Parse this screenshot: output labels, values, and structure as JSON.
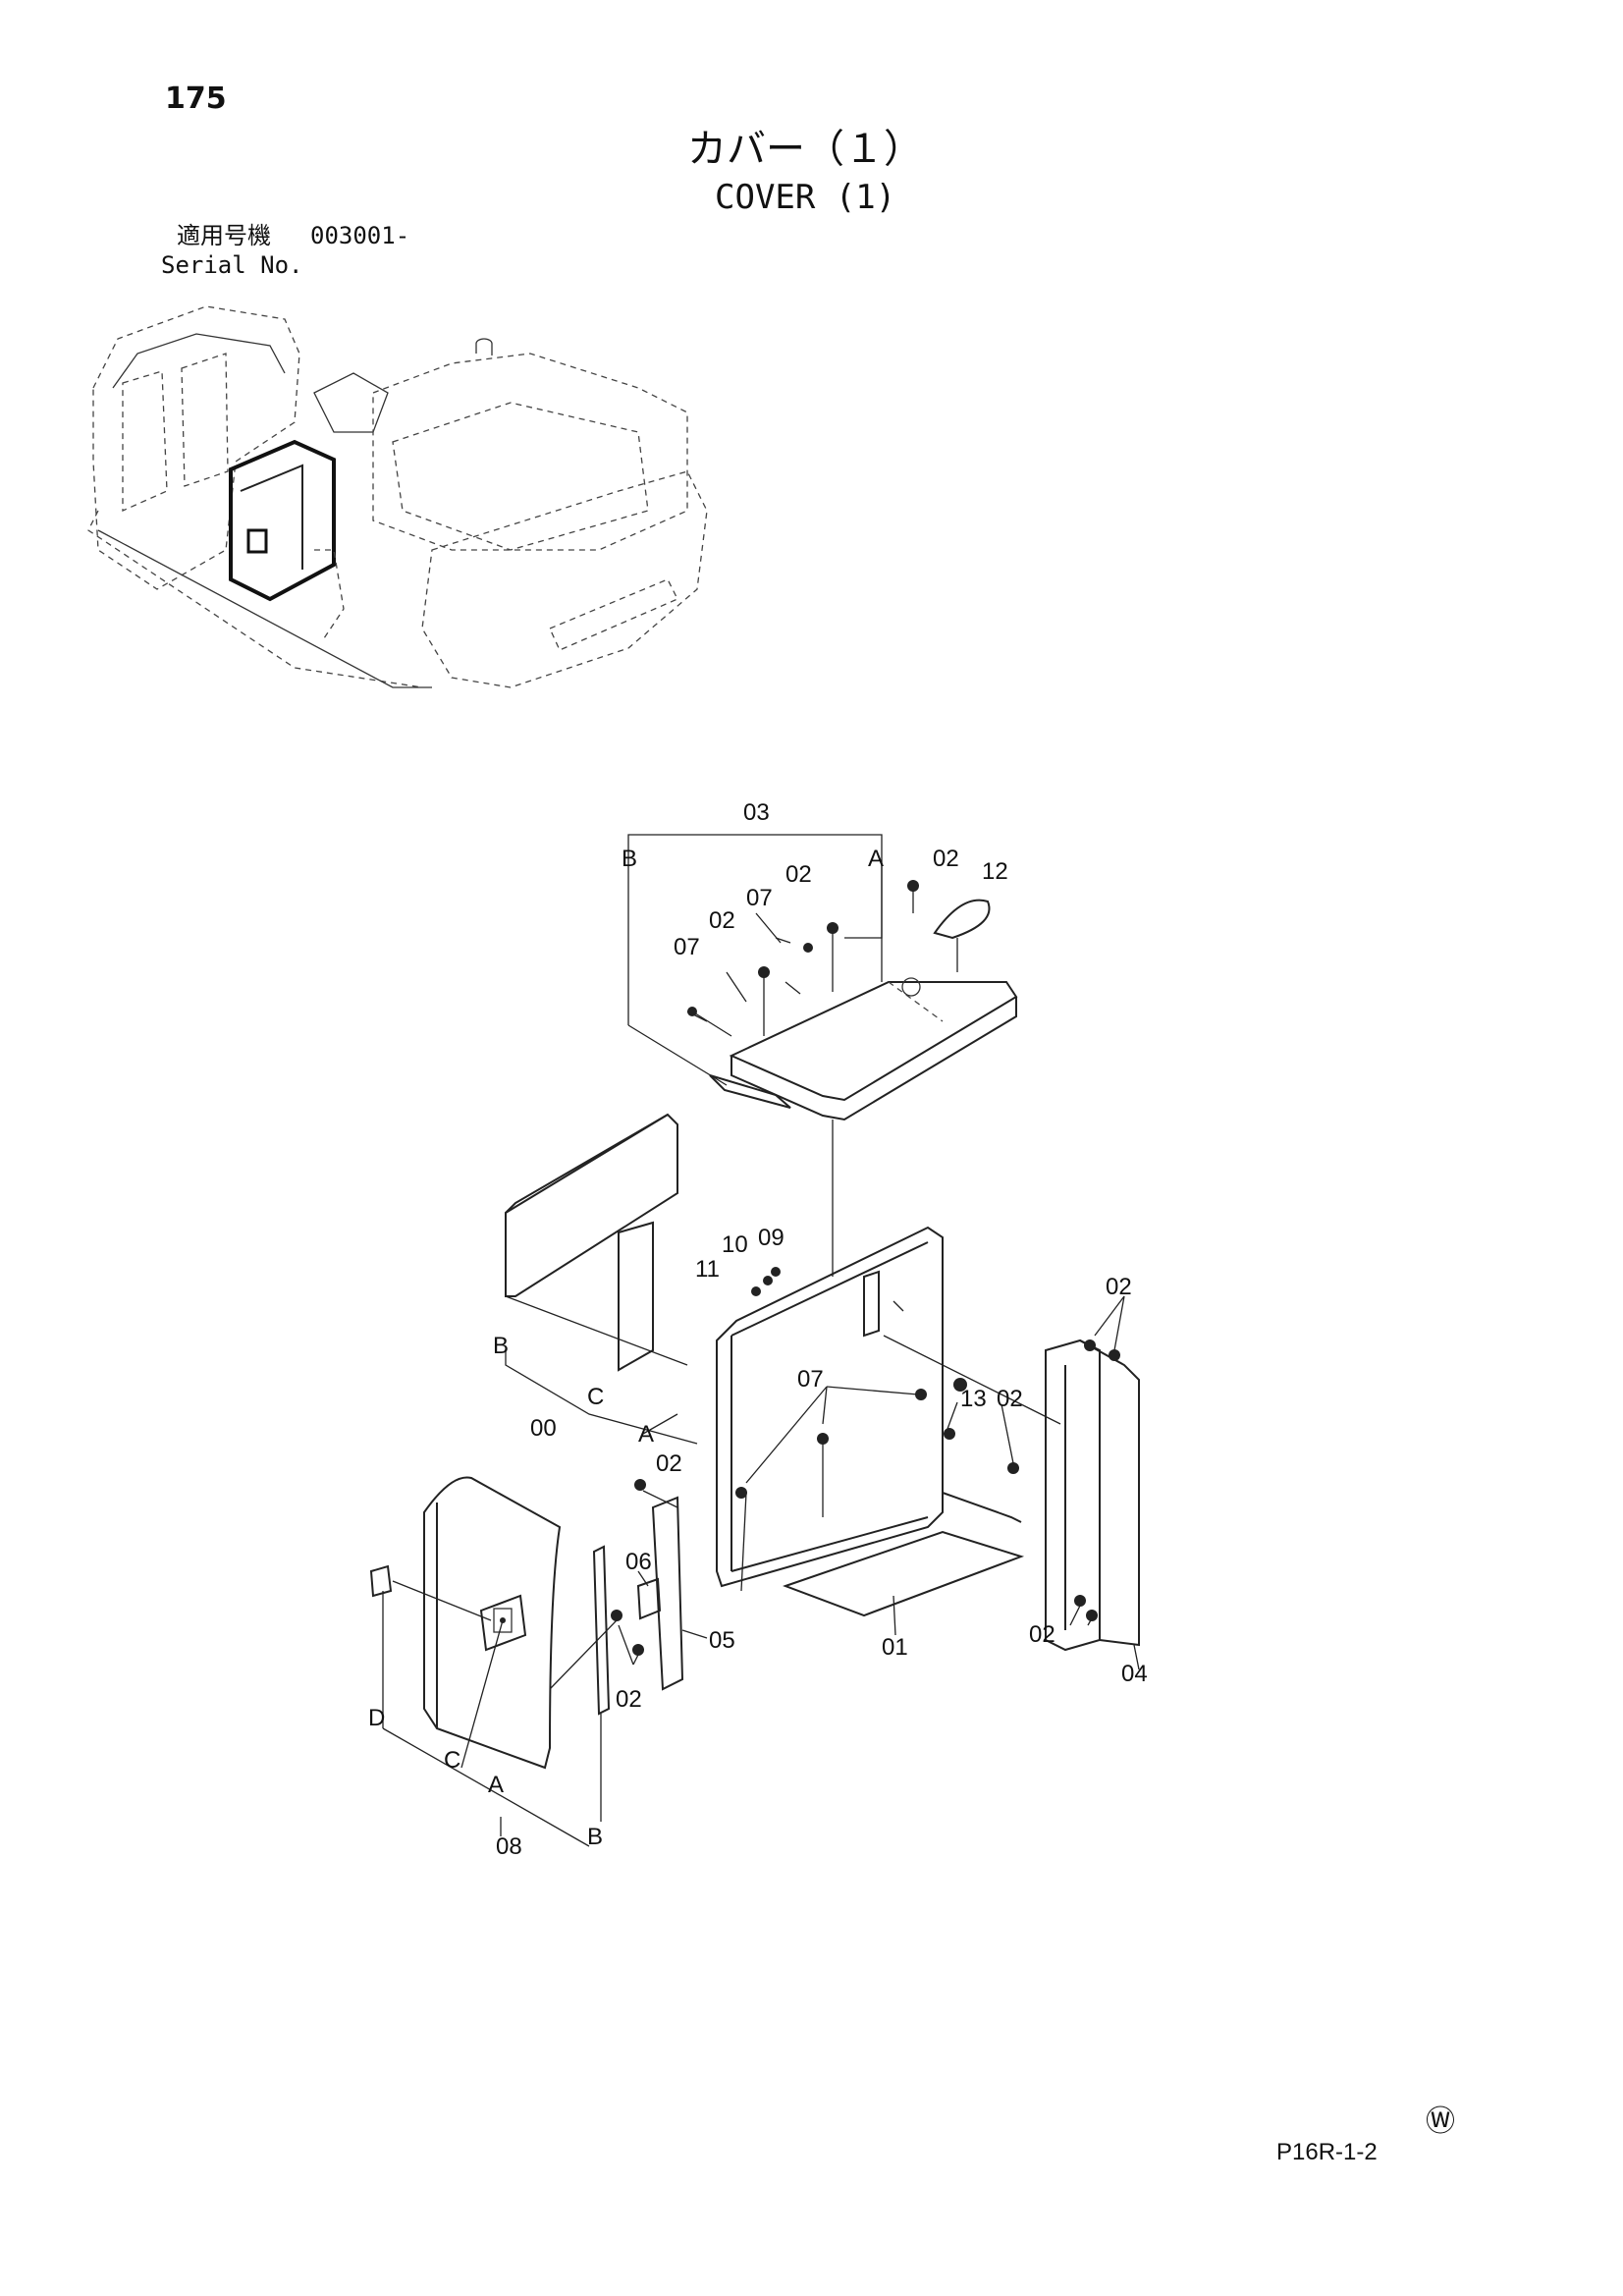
{
  "header": {
    "page_number": "175",
    "title_jp": "カバー（１）",
    "title_en": "COVER (1)",
    "serial_label_jp": "適用号機",
    "serial_value": "003001-",
    "serial_label_en": "Serial No."
  },
  "footer": {
    "page_code": "P16R-1-2",
    "mark": "Ⓦ"
  },
  "callouts": {
    "top_cover": [
      "03",
      "B",
      "A",
      "02",
      "12",
      "07",
      "02",
      "07",
      "02"
    ],
    "frame": [
      "11",
      "10",
      "09",
      "B",
      "C",
      "00",
      "A",
      "07",
      "13",
      "02",
      "02",
      "02",
      "01",
      "04"
    ],
    "door": [
      "02",
      "06",
      "05",
      "02",
      "D",
      "C",
      "A",
      "08",
      "B"
    ]
  }
}
